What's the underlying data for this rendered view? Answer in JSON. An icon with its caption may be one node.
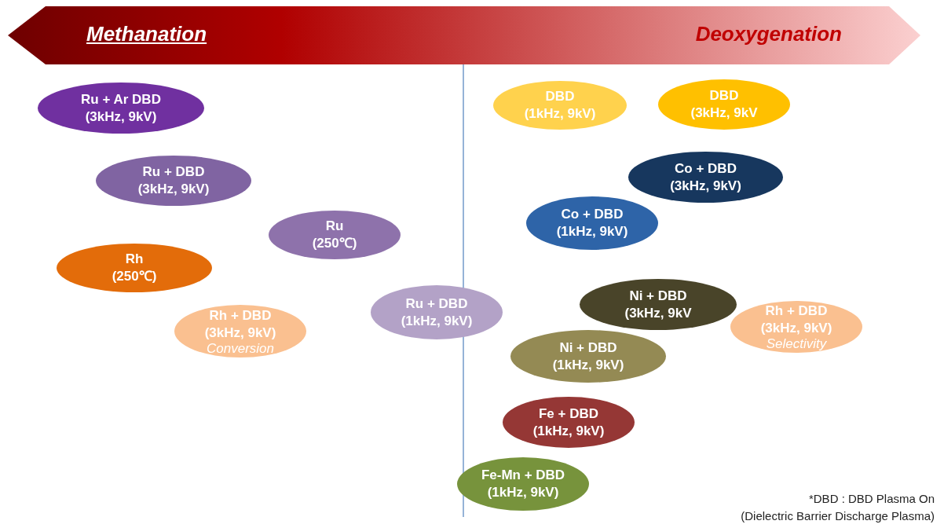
{
  "diagram": {
    "nodes": [
      {
        "text": [
          "Methanation",
          "Deoxygenation"
        ]
      },
      {
        "text": [
          "Ru + Ar DBD",
          "(3kHz, 9kV)"
        ]
      },
      {
        "text": [
          "Ru + DBD",
          "(3kHz, 9kV)"
        ]
      },
      {
        "text": [
          "Ru",
          "(250℃)"
        ]
      },
      {
        "text": [
          "Rh",
          "(250℃)"
        ]
      },
      {
        "text": [
          "Rh + DBD",
          "(3kHz, 9kV)",
          "Conversion"
        ]
      },
      {
        "text": [
          "Ru + DBD",
          "(1kHz, 9kV)"
        ]
      },
      {
        "text": [
          "DBD",
          "(1kHz, 9kV)"
        ]
      },
      {
        "text": [
          "DBD",
          "(3kHz, 9kV"
        ]
      },
      {
        "text": [
          "Co + DBD",
          "(3kHz, 9kV)"
        ]
      },
      {
        "text": [
          "Co + DBD",
          "(1kHz, 9kV)"
        ]
      },
      {
        "text": [
          "Ni + DBD",
          "(3kHz, 9kV"
        ]
      },
      {
        "text": [
          "Rh + DBD",
          "(3kHz, 9kV)",
          "Selectivity"
        ]
      },
      {
        "text": [
          "Ni + DBD",
          "(1kHz, 9kV)"
        ]
      },
      {
        "text": [
          "Fe + DBD",
          "(1kHz, 9kV)"
        ]
      },
      {
        "text": [
          "Fe-Mn + DBD",
          "(1kHz, 9kV)"
        ]
      }
    ],
    "edges": [],
    "labels": [
      "*DBD : DBD Plasma On",
      "(Dielectric Barrier Discharge Plasma)"
    ]
  }
}
